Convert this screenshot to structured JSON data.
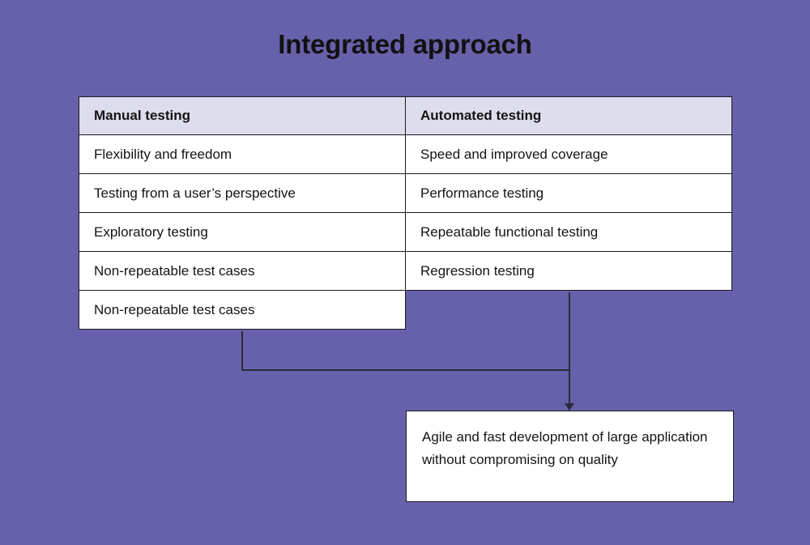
{
  "page": {
    "title": "Integrated approach",
    "background_color": "#6661aa",
    "text_color": "#141414",
    "border_color": "#1b1b24",
    "header_background": "#dedded",
    "connector_color": "#2a2a38"
  },
  "table": {
    "headers": {
      "left": "Manual testing",
      "right": "Automated testing"
    },
    "rows": [
      {
        "left": "Flexibility and freedom",
        "right": "Speed and improved coverage"
      },
      {
        "left": "Testing from a user’s perspective",
        "right": "Performance testing"
      },
      {
        "left": "Exploratory testing",
        "right": "Repeatable functional testing"
      },
      {
        "left": "Non-repeatable test cases",
        "right": "Regression testing"
      },
      {
        "left": "Non-repeatable test cases",
        "right": ""
      }
    ]
  },
  "result": {
    "text": "Agile and fast development of large application without compromising on quality"
  }
}
